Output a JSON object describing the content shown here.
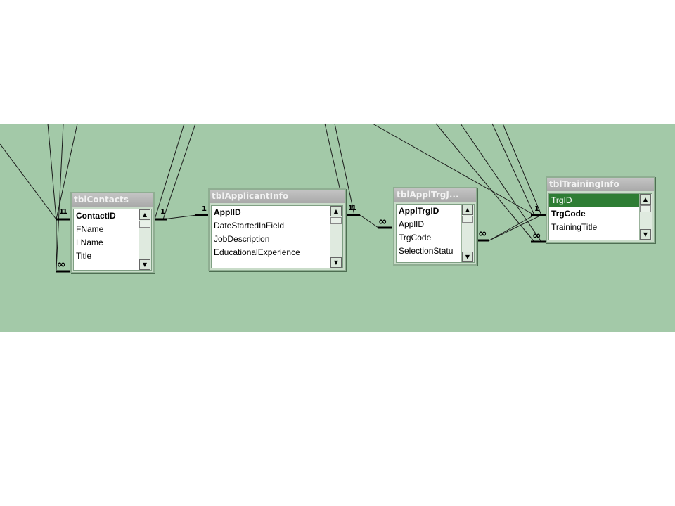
{
  "tables": [
    {
      "title": "tblContacts",
      "fields": [
        {
          "name": "ContactID",
          "key": true
        },
        {
          "name": "FName"
        },
        {
          "name": "LName"
        },
        {
          "name": "Title"
        }
      ]
    },
    {
      "title": "tblApplicantInfo",
      "fields": [
        {
          "name": "ApplID",
          "key": true
        },
        {
          "name": "DateStartedInField"
        },
        {
          "name": "JobDescription"
        },
        {
          "name": "EducationalExperience"
        }
      ]
    },
    {
      "title": "tblApplTrgJ...",
      "fields": [
        {
          "name": "ApplTrgID",
          "key": true
        },
        {
          "name": "ApplID"
        },
        {
          "name": "TrgCode"
        },
        {
          "name": "SelectionStatu"
        }
      ]
    },
    {
      "title": "tblTrainingInfo",
      "fields": [
        {
          "name": "TrgID",
          "selected": true
        },
        {
          "name": "TrgCode",
          "key": true
        },
        {
          "name": "TrainingTitle"
        }
      ]
    }
  ],
  "markers": {
    "one": "1",
    "many": "∞"
  },
  "colors": {
    "canvas": "#a3c9a8",
    "selection": "#2e7d34",
    "title_bar": "#b0b0b0"
  },
  "icons": {
    "scroll_up": "up-arrow-icon",
    "scroll_down": "down-arrow-icon"
  }
}
